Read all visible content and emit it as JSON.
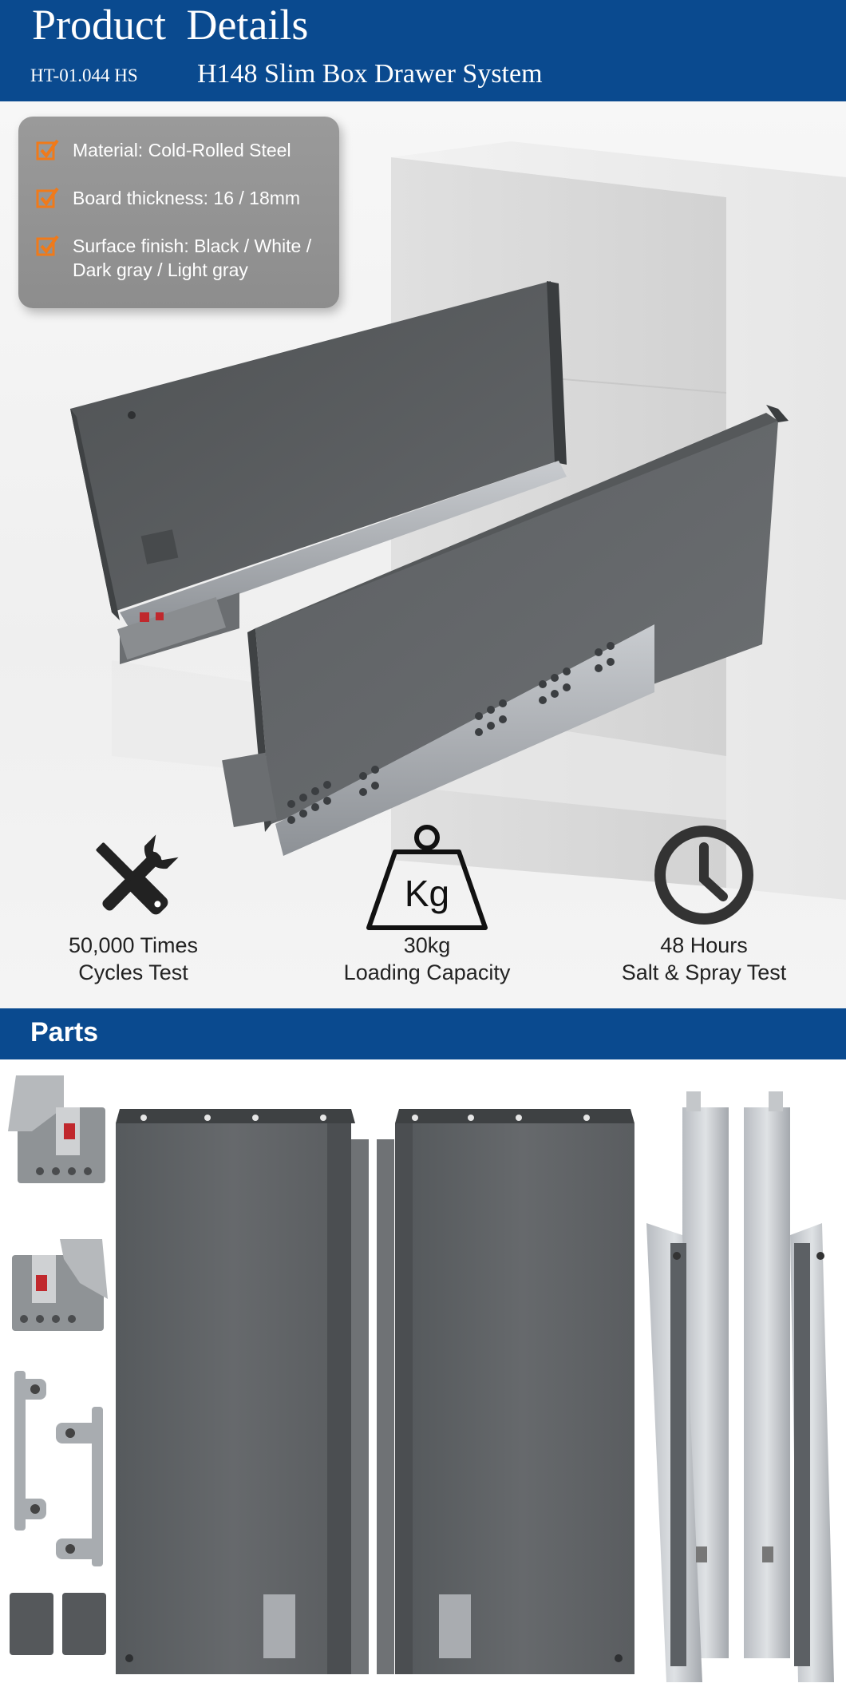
{
  "header": {
    "title": "Product  Details",
    "code": "HT-01.044 HS",
    "product_name": "H148 Slim Box Drawer System"
  },
  "specs": [
    {
      "line1": "Material: Cold-Rolled Steel"
    },
    {
      "line1": "Board thickness: 16 / 18mm"
    },
    {
      "line1": "Surface finish: Black / White /",
      "line2": "Dark gray / Light gray"
    }
  ],
  "features": [
    {
      "icon": "tools-icon",
      "line1": "50,000 Times",
      "line2": "Cycles Test"
    },
    {
      "icon": "weight-icon",
      "weight_label": "Kg",
      "line1": "30kg",
      "line2": "Loading Capacity"
    },
    {
      "icon": "clock-icon",
      "line1": "48 Hours",
      "line2": "Salt & Spray Test"
    }
  ],
  "parts": {
    "title": "Parts"
  },
  "colors": {
    "brand_blue": "#0a4a8f",
    "check_orange": "#f07a1a",
    "panel_gray": "#5e6163"
  }
}
